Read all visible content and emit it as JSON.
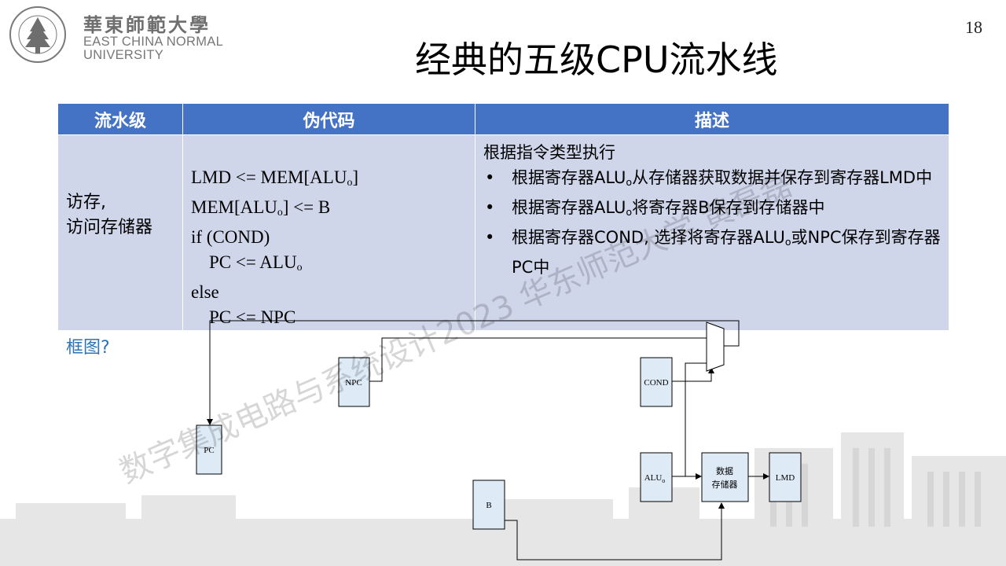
{
  "header": {
    "logo_cn": "華東師範大學",
    "logo_en_line1": "EAST CHINA NORMAL",
    "logo_en_line2": "UNIVERSITY",
    "page_number": "18",
    "title": "经典的五级CPU流水线"
  },
  "table": {
    "headers": [
      "流水级",
      "伪代码",
      "描述"
    ],
    "stage_line1": "访存,",
    "stage_line2": "访问存储器",
    "code": {
      "l1_pre": "LMD <= MEM[ALU",
      "l1_sub": "o",
      "l1_post": "]",
      "l2_pre": "MEM[ALU",
      "l2_sub": "o",
      "l2_post": "] <= B",
      "l3": "if (COND)",
      "l4_pre": "PC <= ALU",
      "l4_sub": "o",
      "l5": "else",
      "l6": "PC <= NPC"
    },
    "desc": {
      "intro": "根据指令类型执行",
      "b1_pre": "根据寄存器ALU",
      "b1_sub": "o",
      "b1_post": "从存储器获取数据并保存到寄存器LMD中",
      "b2_pre": "根据寄存器ALU",
      "b2_sub": "o",
      "b2_post": "将寄存器B保存到存储器中",
      "b3_pre": "根据寄存器COND, 选择将寄存器ALU",
      "b3_sub": "o",
      "b3_post": "或NPC保存到寄存器PC中",
      "bullet": "•"
    }
  },
  "diagram": {
    "label": "框图?",
    "npc": "NPC",
    "cond": "COND",
    "pc": "PC",
    "alu": "ALU",
    "alu_sub": "o",
    "b": "B",
    "mem_line1": "数据",
    "mem_line2": "存储器",
    "lmd": "LMD"
  },
  "watermark": "数字集成电路与系统设计2023 华东师范大学 黄磊磊",
  "colors": {
    "header_fill": "#4472c4",
    "row_fill": "#d0d6ea",
    "box_fill": "#deebf7",
    "link_text": "#2e74b5"
  }
}
